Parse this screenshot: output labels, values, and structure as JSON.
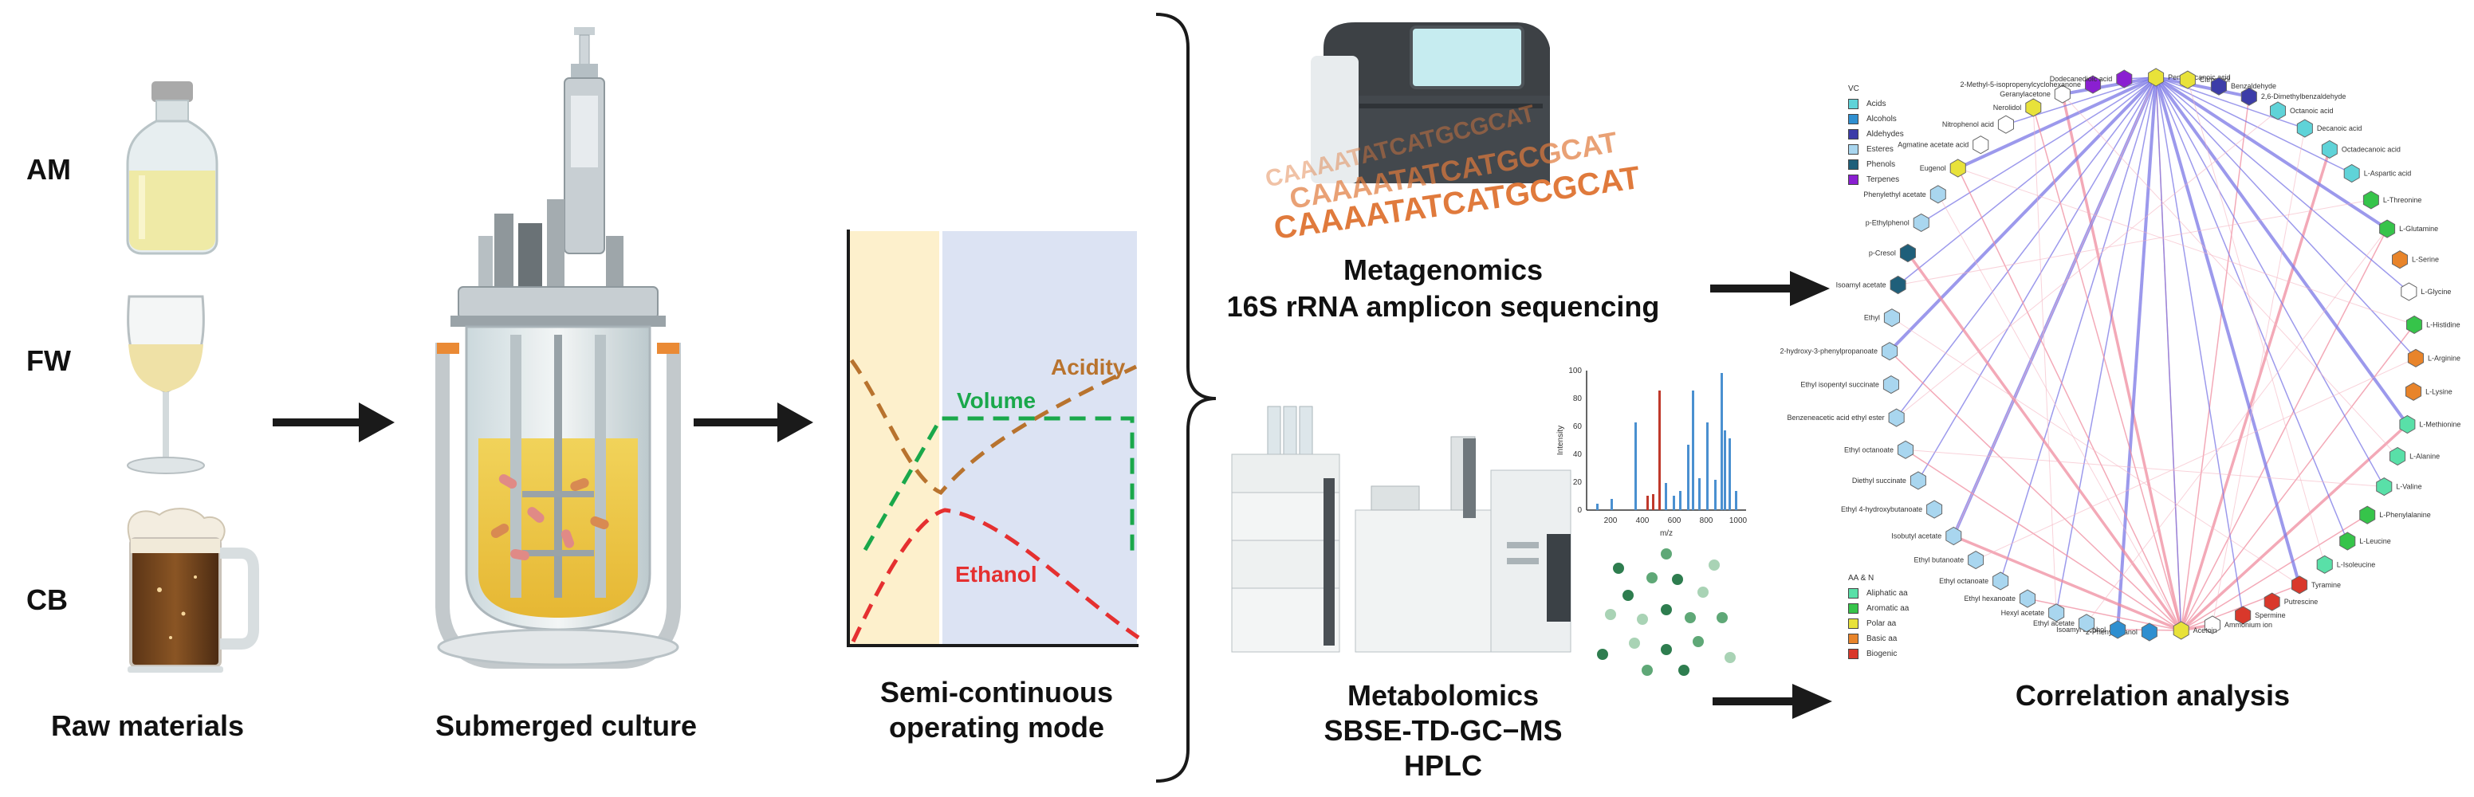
{
  "raw_materials": {
    "items": [
      "AM",
      "FW",
      "CB"
    ],
    "title": "Raw materials"
  },
  "submerged": {
    "title": "Submerged culture"
  },
  "operating": {
    "title_line1": "Semi-continuous",
    "title_line2": "operating mode",
    "curves": {
      "acidity": "Acidity",
      "volume": "Volume",
      "ethanol": "Ethanol"
    },
    "colors": {
      "acidity": "#b8732e",
      "volume": "#1aa84b",
      "ethanol": "#e53030",
      "phase1_bg": "#fdf0cc",
      "phase2_bg": "#dce3f3"
    }
  },
  "metagenomics": {
    "line1": "Metagenomics",
    "line2": "16S rRNA amplicon sequencing",
    "dna_text": "CAAAATATCATGCGCAT"
  },
  "metabolomics": {
    "line1": "Metabolomics",
    "line2": "SBSE-TD-GC−MS",
    "line3": "HPLC",
    "spectrum": {
      "ylabel": "Intensity",
      "xlabel": "m/z",
      "yticks": [
        "100",
        "80",
        "60",
        "40",
        "20",
        "0"
      ],
      "xticks": [
        "200",
        "400",
        "600",
        "800",
        "1000"
      ]
    }
  },
  "correlation": {
    "title": "Correlation analysis",
    "legend_vc": {
      "title": "VC",
      "items": [
        {
          "label": "Acids",
          "color": "#5fd3d8"
        },
        {
          "label": "Alcohols",
          "color": "#2f8fd0"
        },
        {
          "label": "Aldehydes",
          "color": "#3c3ca8"
        },
        {
          "label": "Esteres",
          "color": "#a9d6ef"
        },
        {
          "label": "Phenols",
          "color": "#1f5f7a"
        },
        {
          "label": "Terpenes",
          "color": "#8a1fd1"
        }
      ]
    },
    "legend_aa": {
      "title": "AA & N",
      "items": [
        {
          "label": "Aliphatic aa",
          "color": "#59e0a8"
        },
        {
          "label": "Aromatic aa",
          "color": "#36c44a"
        },
        {
          "label": "Polar aa",
          "color": "#e8e23a"
        },
        {
          "label": "Basic aa",
          "color": "#e8842a"
        },
        {
          "label": "Biogenic",
          "color": "#d9382b"
        }
      ]
    },
    "node_labels": [
      "Geranylacetone",
      "2-Methyl-5-isopropenylcyclohexanone",
      "Dodecanedioic acid",
      "Pentadecanoic acid",
      "Citronelol",
      "Benzaldehyde",
      "2,6-Dimethylbenzaldehyde",
      "Octanoic acid",
      "Decanoic acid",
      "Octadecanoic acid",
      "L-Aspartic acid",
      "L-Threonine",
      "L-Glutamine",
      "L-Serine",
      "L-Glycine",
      "L-Histidine",
      "L-Arginine",
      "L-Lysine",
      "L-Methionine",
      "L-Alanine",
      "L-Valine",
      "L-Phenylalanine",
      "L-Leucine",
      "L-Isoleucine",
      "Tyramine",
      "Putrescine",
      "Spermine",
      "Ammonium ion",
      "Acetoin",
      "2-Phenylethanol",
      "Isoamyl alcohol",
      "Ethyl acetate",
      "Hexyl acetate",
      "Ethyl hexanoate",
      "Ethyl octanoate",
      "Ethyl butanoate",
      "Isobutyl acetate",
      "Ethyl 4-hydroxybutanoate",
      "Diethyl succinate",
      "Ethyl octanoate",
      "Benzeneacetic acid ethyl ester",
      "Ethyl isopentyl succinate",
      "2-hydroxy-3-phenylpropanoate",
      "Ethyl",
      "Isoamyl acetate",
      "p-Cresol",
      "p-Ethylphenol",
      "Phenylethyl acetate",
      "Eugenol",
      "Agmatine acetate acid",
      "Nitrophenol acid",
      "Nerolidol"
    ]
  }
}
